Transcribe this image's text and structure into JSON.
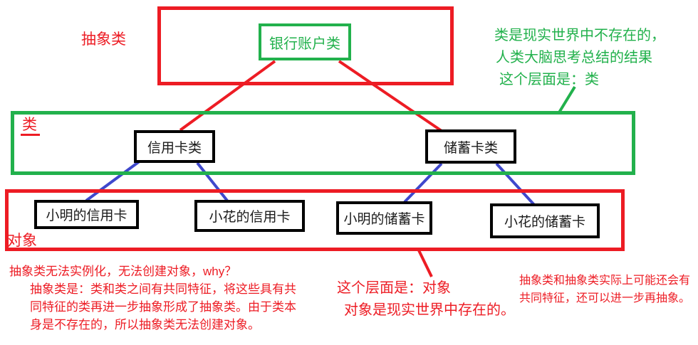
{
  "colors": {
    "red": "#ED1C24",
    "green": "#22B14C",
    "blue": "#3F48CC",
    "node_border": "#000000"
  },
  "layers": {
    "abstract": {
      "label": "抽象类",
      "nodes": [
        "银行账户类"
      ]
    },
    "class": {
      "label": "类",
      "nodes": [
        "信用卡类",
        "储蓄卡类"
      ]
    },
    "object": {
      "label": "对象",
      "nodes": [
        "小明的信用卡",
        "小花的信用卡",
        "小明的储蓄卡",
        "小花的储蓄卡"
      ]
    }
  },
  "notes": {
    "class_note": {
      "lines": [
        "类是现实世界中不存在的，",
        "人类大脑思考总结的结果",
        "这个层面是：类"
      ]
    },
    "abstract_note": {
      "lines": [
        "抽象类无法实例化，无法创建对象，why？",
        "抽象类是：类和类之间有共同特征，将这些具有共",
        "同特征的类再进一步抽象形成了抽象类。由于类本",
        "身是不存在的，所以抽象类无法创建对象。"
      ]
    },
    "object_note": {
      "lines": [
        "这个层面是：对象",
        "对象是现实世界中存在的。"
      ]
    },
    "further_abstraction_note": {
      "lines": [
        "抽象类和抽象类实际上可能还会有",
        "共同特征，还可以进一步再抽象。"
      ]
    }
  }
}
